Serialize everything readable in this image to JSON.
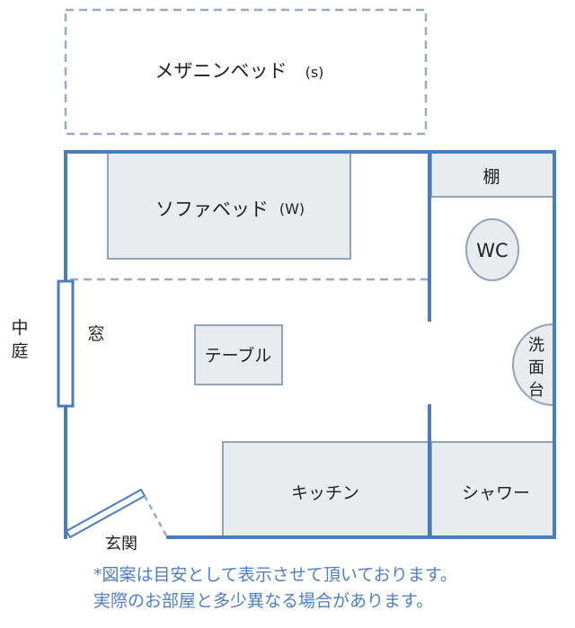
{
  "floorplan": {
    "mezzanine_bed": "メザニンベッド",
    "mezzanine_size": "(s)",
    "sofa_bed": "ソファベッド",
    "sofa_size": "(W)",
    "shelf": "棚",
    "wc": "WC",
    "washbasin": [
      "洗",
      "面",
      "台"
    ],
    "courtyard": [
      "中",
      "庭"
    ],
    "window": "窓",
    "table": "テーブル",
    "kitchen": "キッチン",
    "shower": "シャワー",
    "entrance": "玄関"
  },
  "notes": {
    "line1": "*図案は目安として表示させて頂いております。",
    "line2": "実際のお部屋と多少異なる場合があります。"
  },
  "colors": {
    "wall": "#4a7cc0",
    "furniture_fill": "#e9ecef",
    "furniture_stroke": "#8fa3bb",
    "dashed": "#97a9c4",
    "note_text": "#4f7fc2"
  }
}
